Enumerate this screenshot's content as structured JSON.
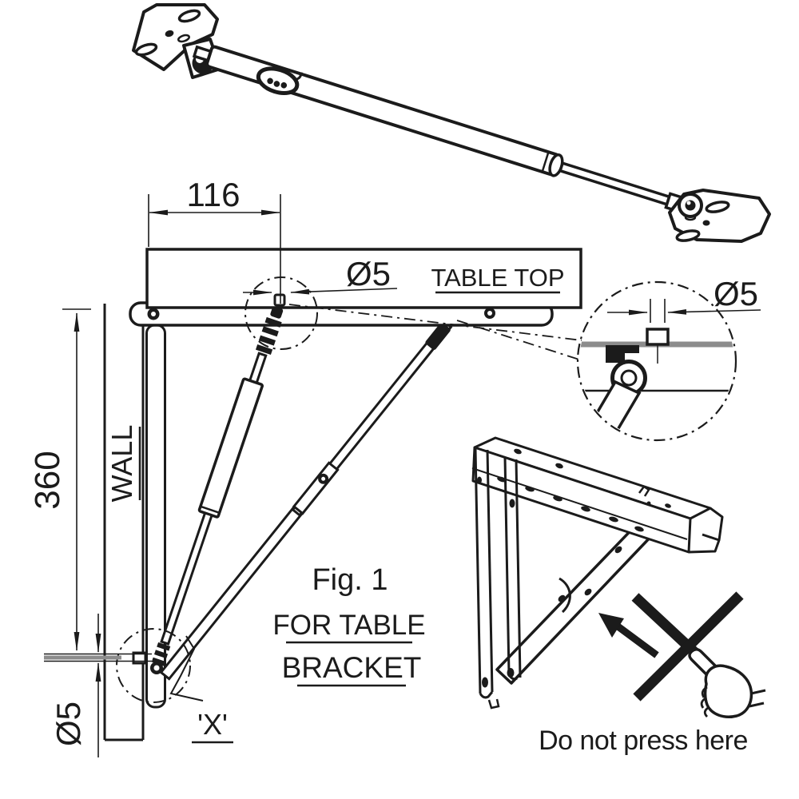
{
  "colors": {
    "ink": "#1b1b1b",
    "gray": "#8c8c8c",
    "bg": "#ffffff"
  },
  "strut_assembly": {
    "description": "gas spring with two T mounting plates"
  },
  "icons": {
    "logo": "brand-logo-icon",
    "cross": "cross-icon",
    "arrow": "fold-direction-arrow-icon",
    "hand": "hand-icon"
  },
  "dimensions": {
    "width": "116",
    "height": "360",
    "pin_top": "Ø5",
    "pin_detail": "Ø5",
    "pin_bottom": "Ø5"
  },
  "labels": {
    "table_top": "TABLE TOP",
    "wall": "WALL",
    "figure": "Fig. 1",
    "caption_line1": "FOR TABLE",
    "caption_line2": "BRACKET",
    "x_ref": "'X'"
  },
  "warning": {
    "text": "Do not press here"
  }
}
